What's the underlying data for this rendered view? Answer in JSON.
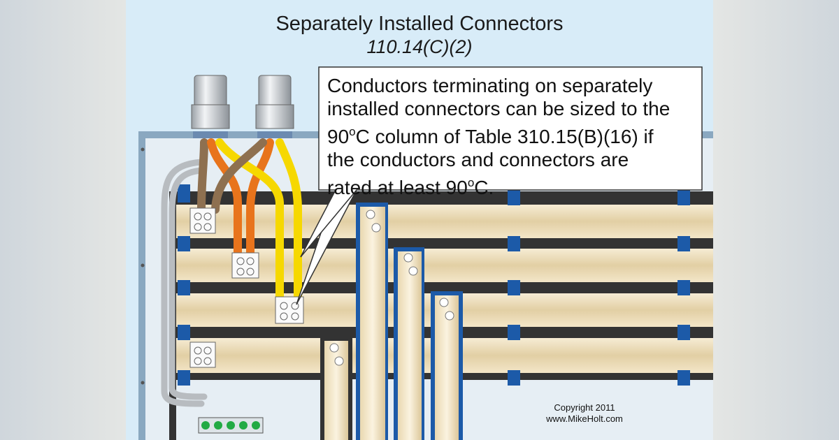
{
  "figure": {
    "title": "Separately Installed Connectors",
    "code_reference": "110.14(C)(2)",
    "callout": {
      "line1": "Conductors terminating on separately",
      "line2": "installed connectors can be sized to the",
      "line3_pre": "90",
      "line3_sup": "o",
      "line3_post": "C column of Table 310.15(B)(16) if",
      "line4": "the conductors and connectors are",
      "line5_pre": "rated at least 90",
      "line5_sup": "o",
      "line5_post": "C."
    },
    "copyright_line1": "Copyright 2011",
    "copyright_line2": "www.MikeHolt.com"
  },
  "colors": {
    "background": "#d8ecf8",
    "enclosure": "#e6eef4",
    "busbar": "#ecdcb8",
    "bus_frame": "#333333",
    "insulator": "#1c5aa8",
    "conductor_orange": "#e8741c",
    "conductor_yellow": "#f6d800",
    "conductor_brown": "#8e7050",
    "terminal_block": "#22aa44"
  }
}
